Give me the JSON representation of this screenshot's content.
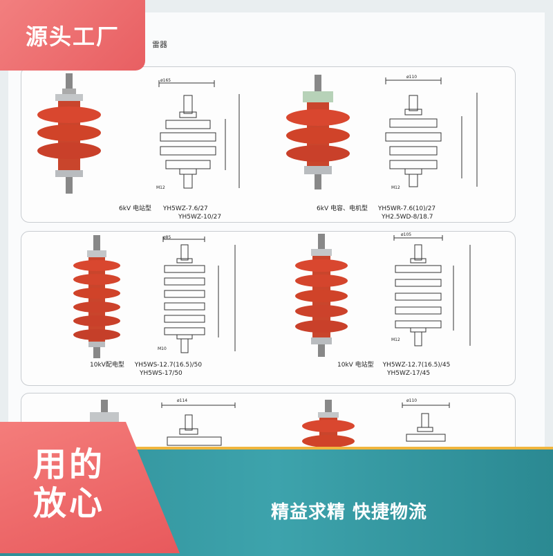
{
  "header": {
    "text": "雷器"
  },
  "badge": {
    "text": "源头工厂"
  },
  "products": [
    {
      "caption1": "6kV  电站型",
      "model1": "YH5WZ-7.6/27",
      "model2": "YH5WZ-10/27",
      "dim_top": "ø165",
      "bolt": "M12"
    },
    {
      "caption1": "6kV  电容、电机型",
      "model1": "YH5WR-7.6(10)/27",
      "model2": "YH2.5WD-8/18.7",
      "dim_top": "ø110",
      "bolt": "M12"
    },
    {
      "caption1": "10kV配电型",
      "model1": "YH5WS-12.7(16.5)/50",
      "model2": "YH5WS-17/50",
      "dim_top": "ø85",
      "bolt": "M10"
    },
    {
      "caption1": "10kV  电站型",
      "model1": "YH5WZ-12.7(16.5)/45",
      "model2": "YH5WZ-17/45",
      "dim_top": "ø105",
      "bolt": "M12"
    },
    {
      "caption1": "",
      "model1": "",
      "model2": "",
      "dim_top": "ø114",
      "bolt": ""
    },
    {
      "caption1": "",
      "model1": "",
      "model2": "",
      "dim_top": "ø110",
      "bolt": ""
    }
  ],
  "banner": {
    "left_line1": "用的",
    "left_line2": "放心",
    "slogan": "精益求精  快捷物流"
  },
  "colors": {
    "badge": "#e8656a",
    "banner": "#3199a2",
    "accent_line": "#f0b63e",
    "arrester_red": "#d9472f"
  },
  "icons": [
    "arrester-photo-icon",
    "technical-drawing-icon"
  ]
}
